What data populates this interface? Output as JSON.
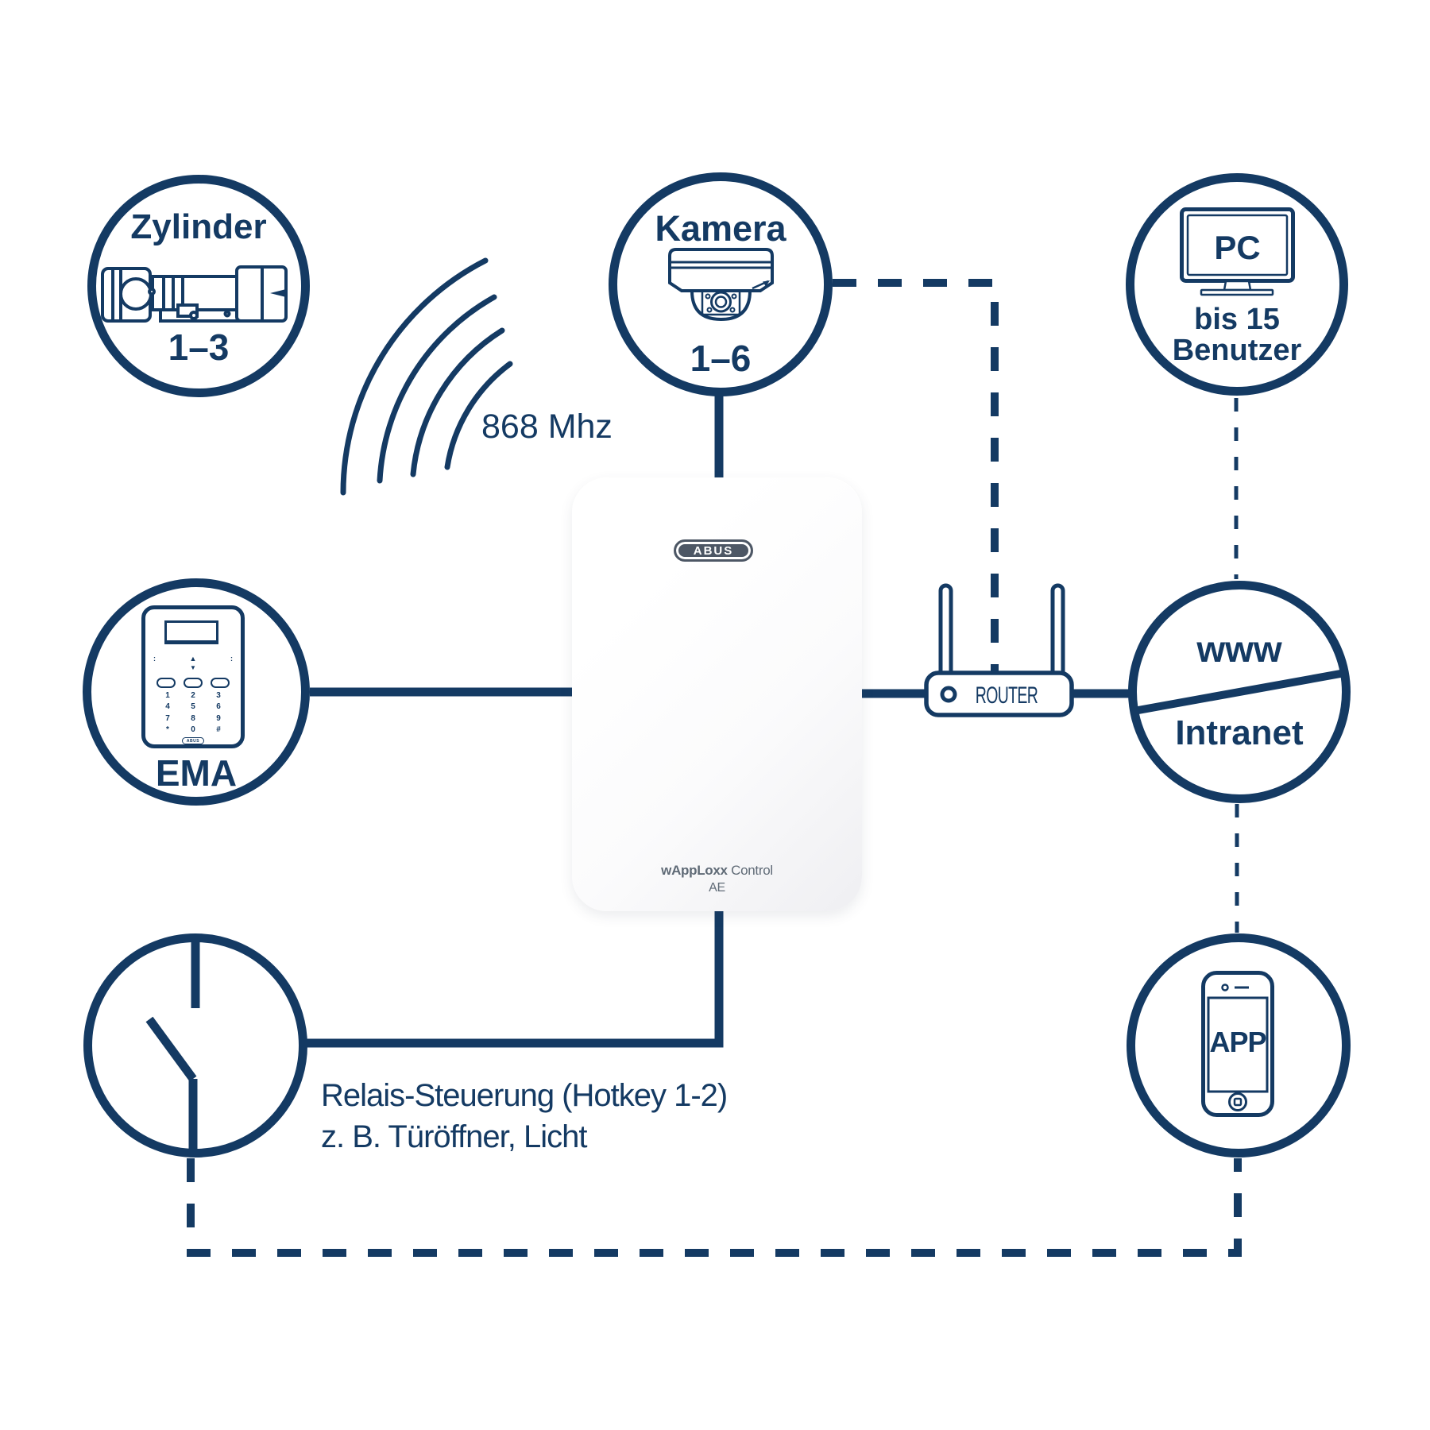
{
  "colors": {
    "line": "#143a63",
    "hub_text": "#5f6a76",
    "logo_background": "#4d5765"
  },
  "hub": {
    "brand": "ABUS",
    "model_bold": "wAppLoxx",
    "model_rest": "Control",
    "variant": "AE"
  },
  "radio": {
    "label": "868 Mhz",
    "icon": "radio-waves-icon"
  },
  "nodes": {
    "zylinder": {
      "title": "Zylinder",
      "count": "1–3",
      "icon": "lock-cylinder-icon"
    },
    "kamera": {
      "title": "Kamera",
      "count": "1–6",
      "icon": "dome-camera-icon"
    },
    "pc": {
      "title": "PC",
      "subtitle_line1": "bis 15",
      "subtitle_line2": "Benutzer",
      "icon": "monitor-icon"
    },
    "ema": {
      "title": "EMA",
      "icon": "alarm-keypad-icon",
      "keypad": {
        "colon": ":",
        "up": "▲",
        "down": "▼",
        "brand": "ABUS",
        "digits": [
          [
            "1",
            "2",
            "3"
          ],
          [
            "4",
            "5",
            "6"
          ],
          [
            "7",
            "8",
            "9"
          ],
          [
            "*",
            "0",
            "#"
          ]
        ]
      }
    },
    "www": {
      "title_top": "www",
      "title_bottom": "Intranet",
      "icon": "network-globe-icon"
    },
    "app": {
      "title": "APP",
      "icon": "smartphone-icon"
    },
    "relay": {
      "icon": "switch-icon",
      "caption_line1": "Relais-Steuerung (Hotkey 1-2)",
      "caption_line2": "z. B. Türöffner, Licht"
    },
    "router": {
      "label": "ROUTER",
      "icon": "router-icon"
    }
  }
}
